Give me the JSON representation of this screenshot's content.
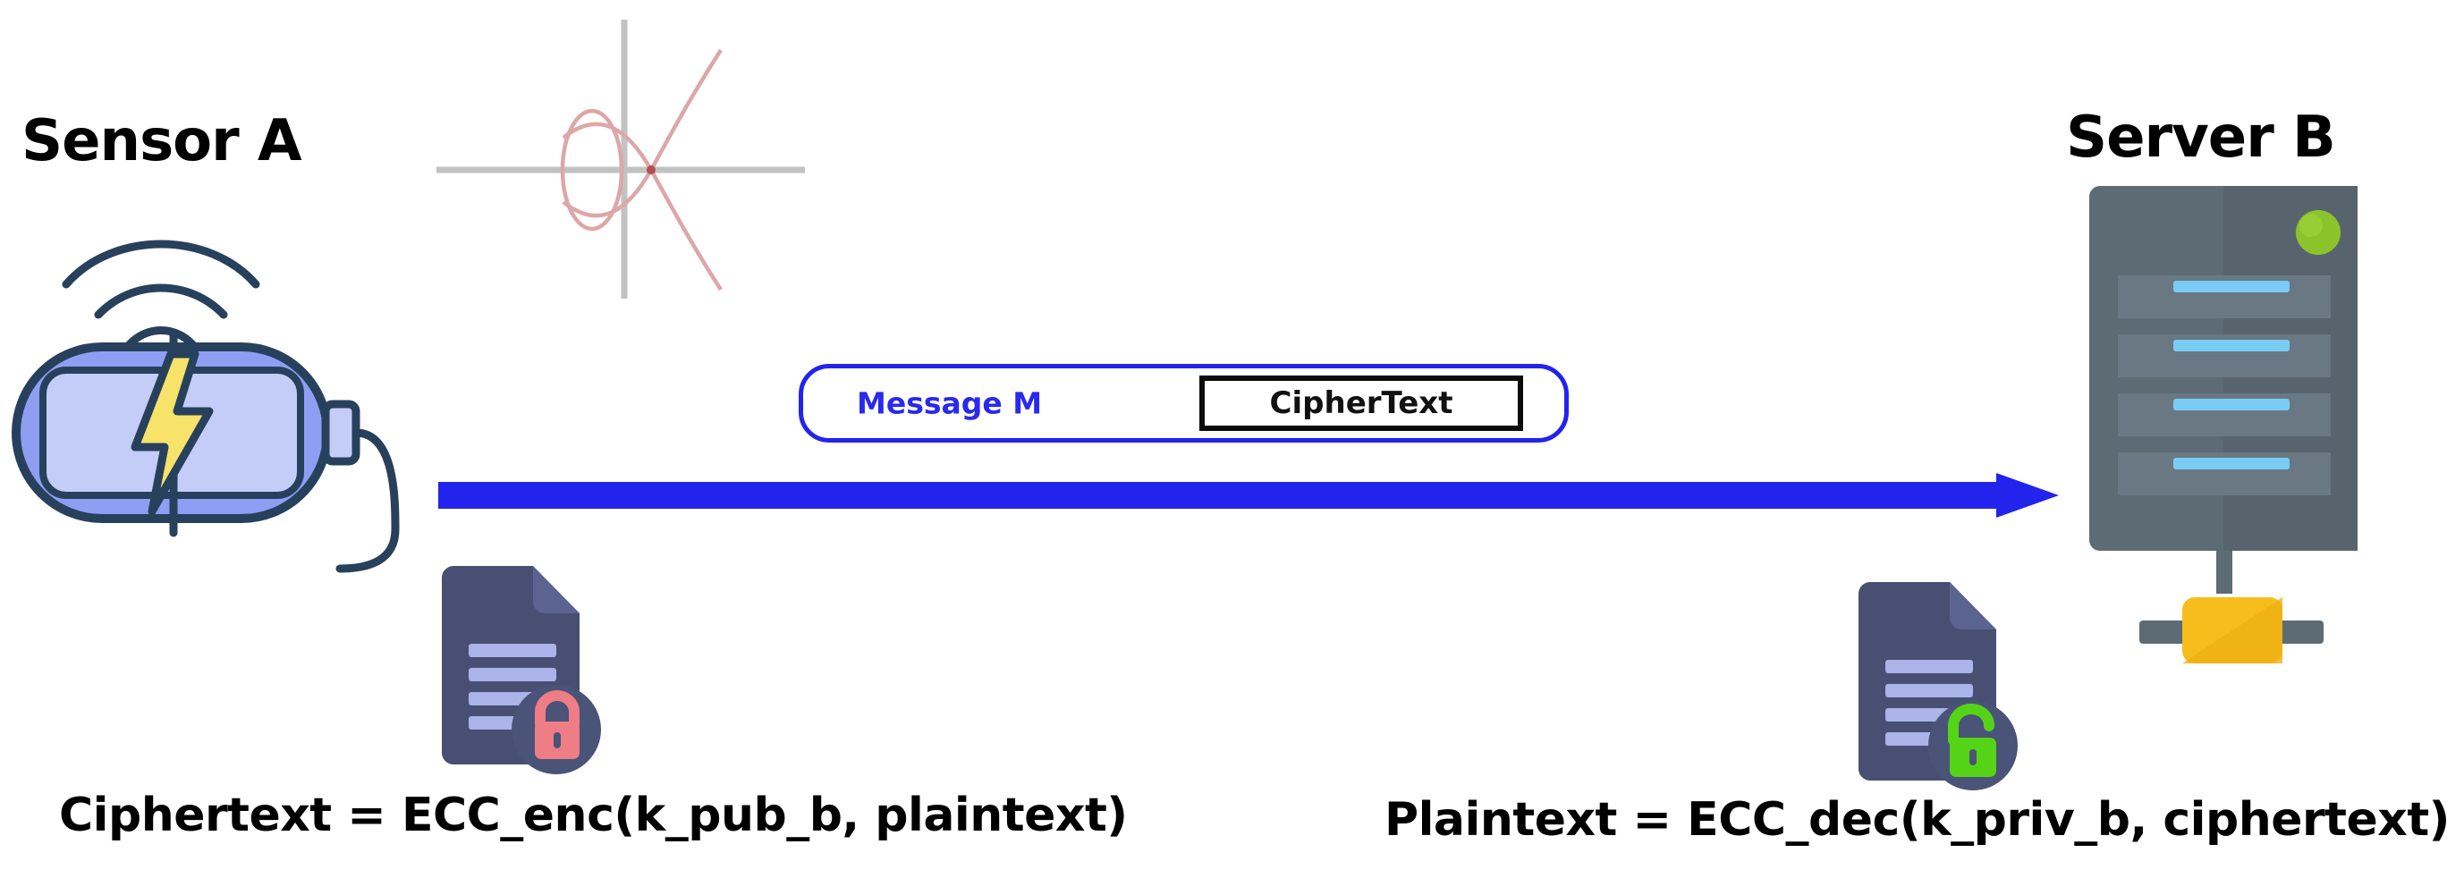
{
  "diagram": {
    "title": "ECC encryption flow between Sensor A and Server B",
    "background_color": "#ffffff"
  },
  "endpoints": {
    "sender": {
      "title": "Sensor A",
      "icon": "battery-sensor-icon",
      "title_color": "#000000"
    },
    "receiver": {
      "title": "Server B",
      "icon": "server-rack-icon",
      "title_color": "#000000",
      "status_led_color": "#8bc42a"
    }
  },
  "curve": {
    "icon": "elliptic-curve-icon",
    "curve_color": "#d9a0a0",
    "axis_color": "#bfbfbf",
    "node_color": "#b35050"
  },
  "channel": {
    "arrow": {
      "icon": "right-arrow-icon",
      "color": "#2323ee",
      "direction": "left-to-right"
    },
    "message_bubble": {
      "label": "Message M",
      "label_color": "#2929ef",
      "border_color": "#2323ee",
      "payload_label": "CipherText",
      "payload_border_color": "#0b0b0b",
      "payload_text_color": "#111111"
    }
  },
  "artifacts": {
    "encrypted_document": {
      "icon": "document-locked-icon",
      "page_color": "#474f72",
      "fold_color": "#5b6490",
      "line_color": "#aab4e8",
      "badge_color": "#4a5378",
      "lock_color": "#ee7d85",
      "lock_state": "closed"
    },
    "decrypted_document": {
      "icon": "document-unlocked-icon",
      "page_color": "#474f72",
      "fold_color": "#5b6490",
      "line_color": "#aab4e8",
      "badge_color": "#4a5378",
      "lock_color": "#55d417",
      "lock_state": "open"
    }
  },
  "formulas": {
    "left": "Ciphertext = ECC_enc(k_pub_b, plaintext)",
    "right": "Plaintext = ECC_dec(k_priv_b, ciphertext)"
  }
}
